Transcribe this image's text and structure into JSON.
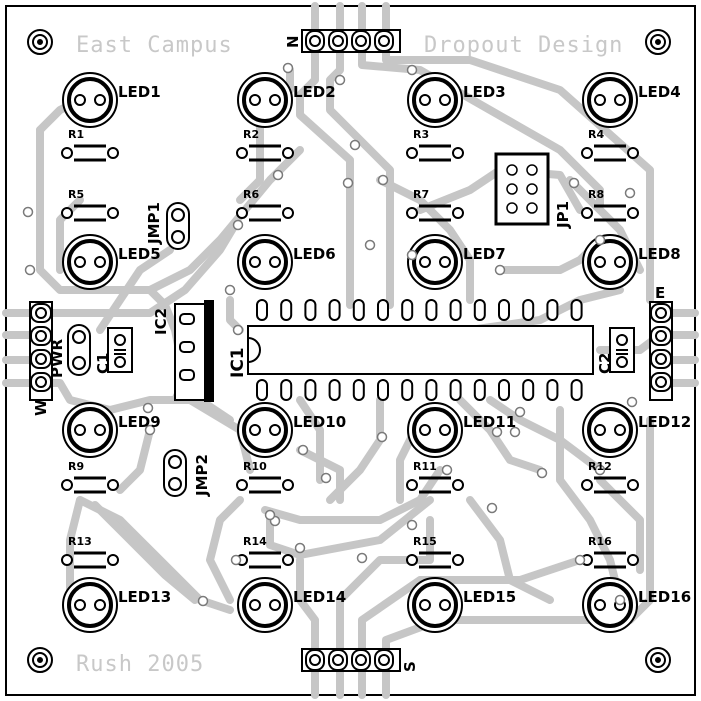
{
  "board_text": {
    "top_left": "East Campus",
    "top_right": "Dropout Design",
    "bottom_left": "Rush 2005"
  },
  "leds": [
    "LED1",
    "LED2",
    "LED3",
    "LED4",
    "LED5",
    "LED6",
    "LED7",
    "LED8",
    "LED9",
    "LED10",
    "LED11",
    "LED12",
    "LED13",
    "LED14",
    "LED15",
    "LED16"
  ],
  "resistors": [
    "R1",
    "R2",
    "R3",
    "R4",
    "R5",
    "R6",
    "R7",
    "R8",
    "R9",
    "R10",
    "R11",
    "R12",
    "R13",
    "R14",
    "R15",
    "R16"
  ],
  "components": {
    "ic1": "IC1",
    "ic2": "IC2",
    "c1": "C1",
    "c2": "C2",
    "jp1": "JP1",
    "jmp1": "JMP1",
    "jmp2": "JMP2",
    "pwr": "PWR"
  },
  "connectors": {
    "north": "N",
    "south": "S",
    "east": "E",
    "west": "W"
  },
  "colors": {
    "trace": "#c6c6c6",
    "outline": "#000000",
    "silkscreen": "#c8c8c8"
  }
}
